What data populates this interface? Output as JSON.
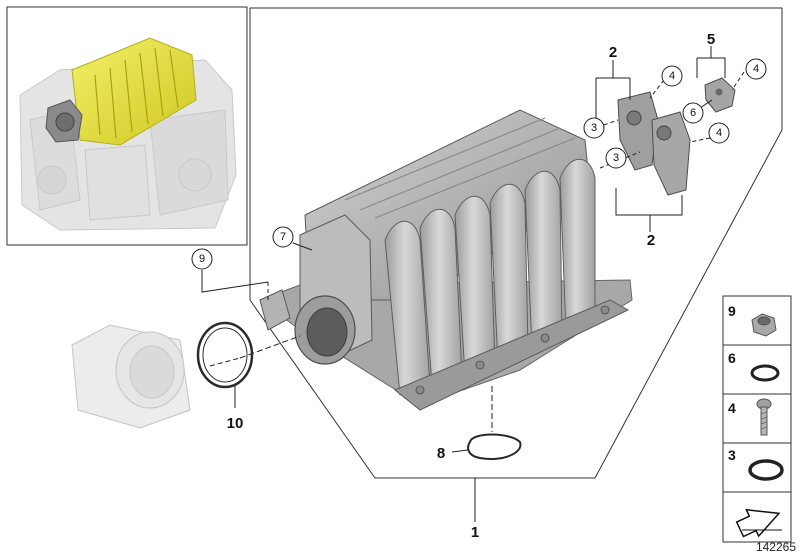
{
  "callouts": {
    "c2_top": "2",
    "c2_bottom": "2",
    "c5": "5",
    "c4_a": "4",
    "c4_b": "4",
    "c4_c": "4",
    "c3_a": "3",
    "c3_b": "3",
    "c6": "6",
    "c7": "7",
    "c9": "9",
    "c10": "10",
    "c8": "8",
    "c1": "1"
  },
  "legend": {
    "items": [
      {
        "number": "9",
        "part": "nut"
      },
      {
        "number": "6",
        "part": "o-ring"
      },
      {
        "number": "4",
        "part": "screw"
      },
      {
        "number": "3",
        "part": "seal-ring"
      }
    ]
  },
  "colors": {
    "highlight": "#e8e23a",
    "part_gray": "#b9b9b9",
    "ghost_gray": "#e2e2e2",
    "line": "#222222"
  },
  "doc_number": "142265"
}
